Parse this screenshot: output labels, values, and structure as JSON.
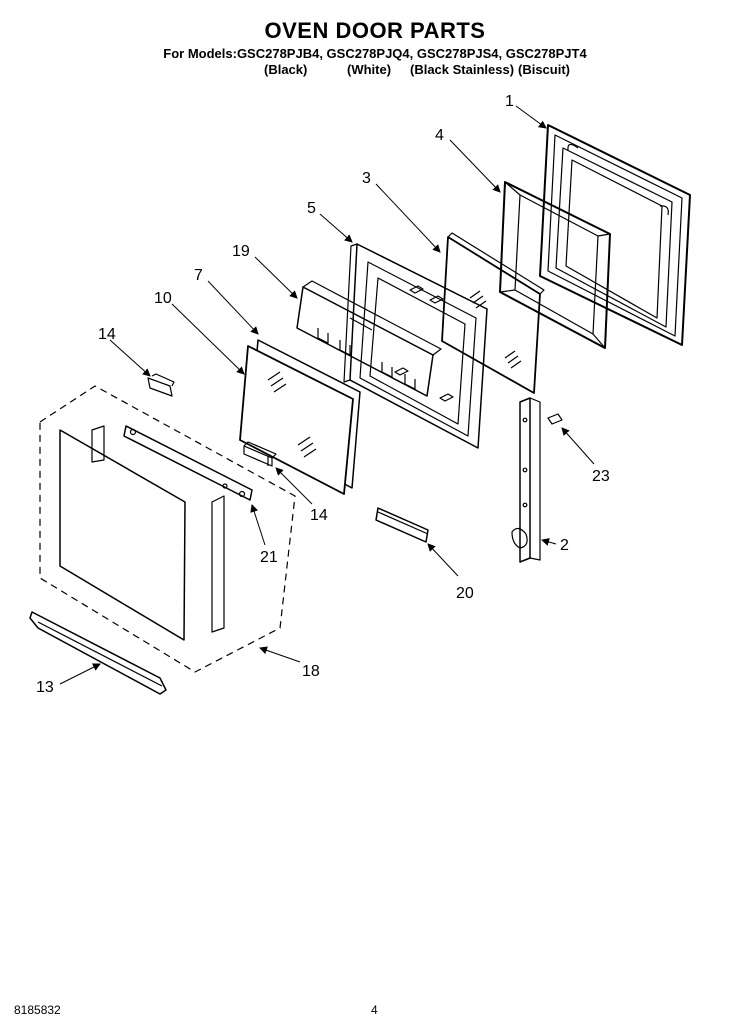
{
  "header": {
    "title": "OVEN DOOR PARTS",
    "models": "For Models:GSC278PJB4, GSC278PJQ4, GSC278PJS4, GSC278PJT4",
    "colors": [
      "(Black)",
      "(White)",
      "(Black Stainless)",
      "(Biscuit)"
    ]
  },
  "callouts": {
    "c1": "1",
    "c4": "4",
    "c3": "3",
    "c5": "5",
    "c19": "19",
    "c7": "7",
    "c10": "10",
    "c14a": "14",
    "c14b": "14",
    "c21": "21",
    "c18": "18",
    "c13": "13",
    "c20": "20",
    "c2": "2",
    "c23": "23"
  },
  "footer": {
    "doc_number": "8185832",
    "page_number": "4"
  }
}
